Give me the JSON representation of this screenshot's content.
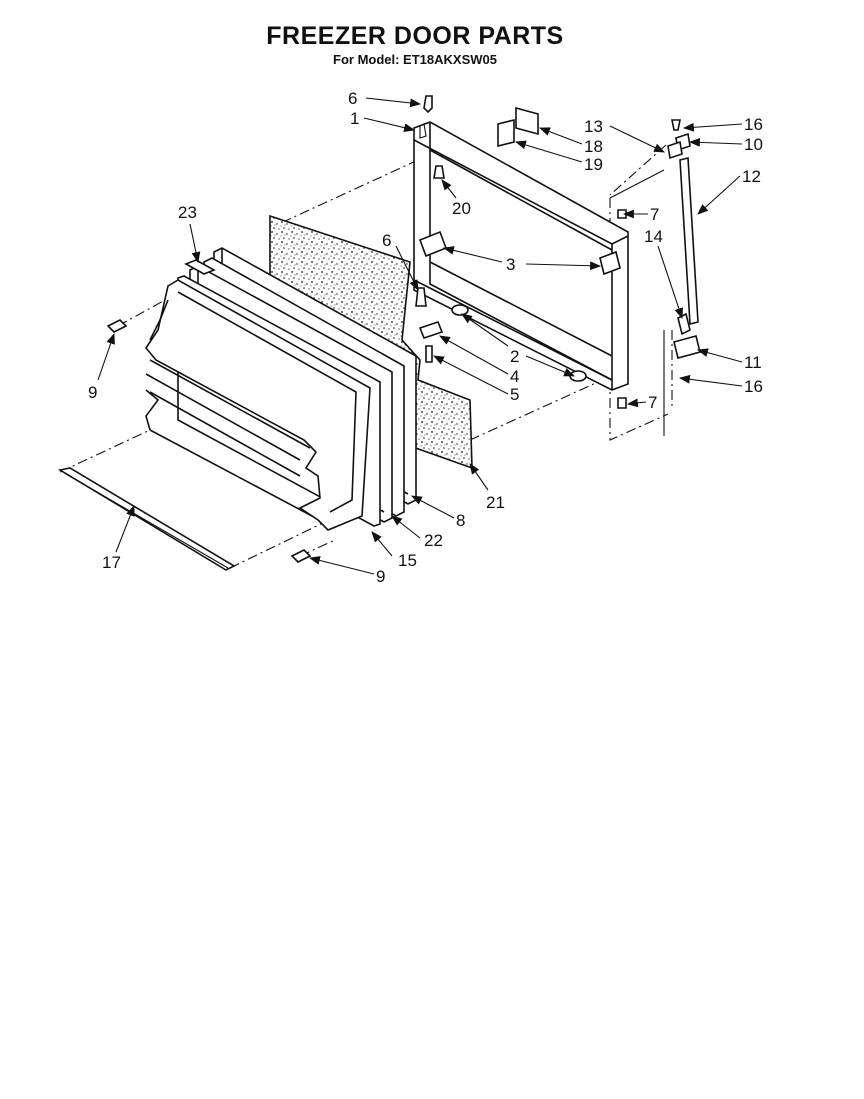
{
  "header": {
    "title": "FREEZER DOOR PARTS",
    "subtitle": "For Model: ET18AKXSW05"
  },
  "callouts": {
    "c6a": "6",
    "c1": "1",
    "c13": "13",
    "c16a": "16",
    "c18": "18",
    "c10": "10",
    "c19": "19",
    "c12": "12",
    "c20": "20",
    "c7a": "7",
    "c23": "23",
    "c14": "14",
    "c6b": "6",
    "c3": "3",
    "c2": "2",
    "c11": "11",
    "c4": "4",
    "c9a": "9",
    "c5": "5",
    "c16b": "16",
    "c7b": "7",
    "c21": "21",
    "c8": "8",
    "c22": "22",
    "c15": "15",
    "c17": "17",
    "c9b": "9"
  }
}
